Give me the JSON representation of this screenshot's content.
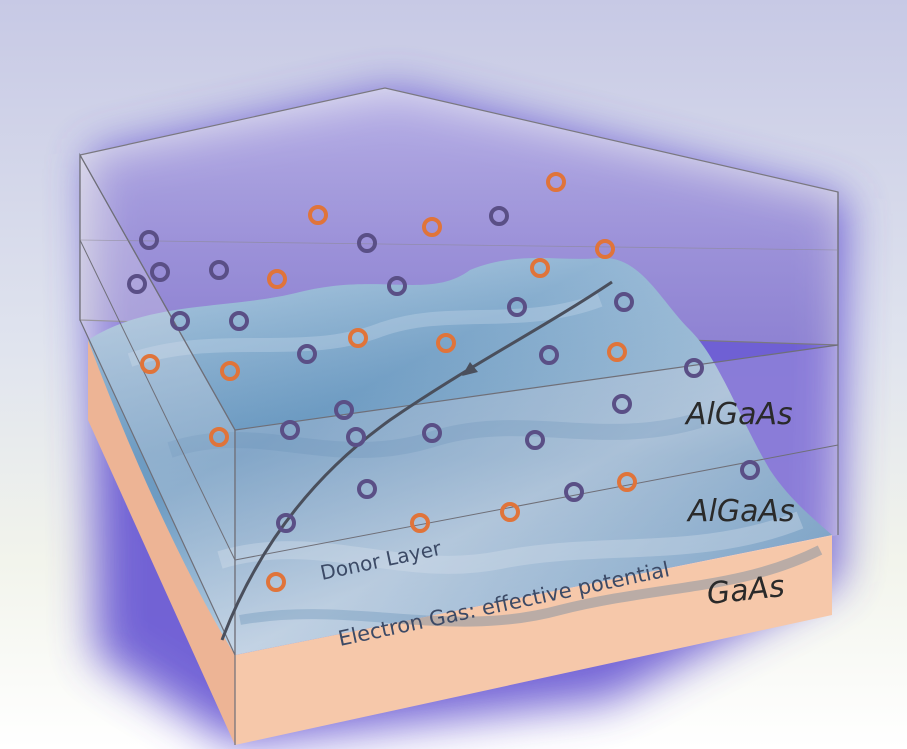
{
  "labels": {
    "upper_layer": "AlGaAs",
    "lower_layer": "AlGaAs",
    "substrate": "GaAs",
    "donor_layer": "Donor Layer",
    "electron_gas": "Electron Gas: effective potential"
  },
  "colors": {
    "background_top": "#c9cbe6",
    "background_bottom": "#f3f5ee",
    "glow": "#6a57d8",
    "substrate": "#f6c6a6",
    "surface_light": "#a8c7df",
    "surface_dark": "#4f87b3",
    "donor_orange": "#e0743a",
    "donor_purple": "#5a4f86",
    "box_edge": "#6f6f78",
    "trajectory": "#4a4f5c"
  },
  "icons": {
    "ionized_donor": "orange-ring",
    "neutral_donor": "purple-ring"
  }
}
